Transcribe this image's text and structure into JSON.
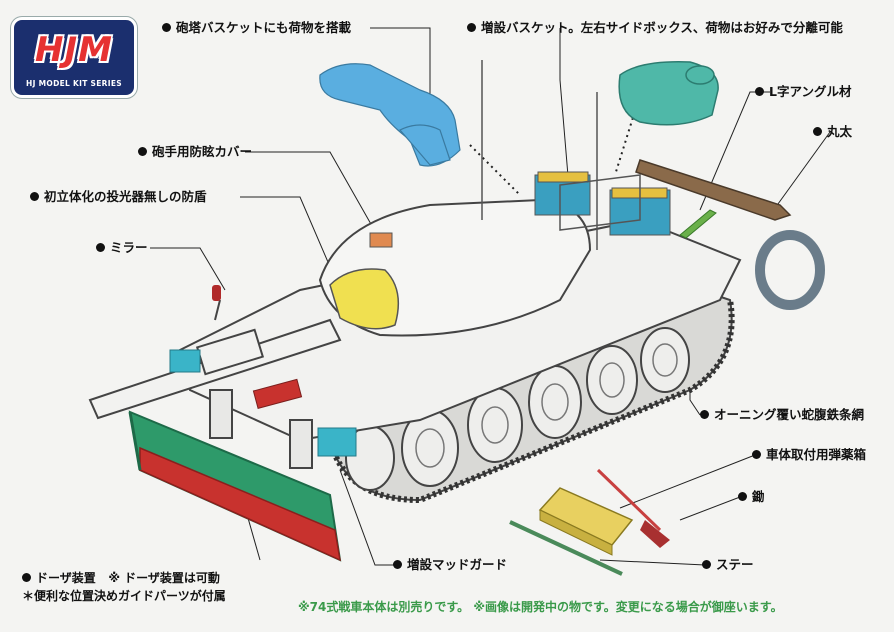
{
  "logo": {
    "mark": "HJM",
    "subtitle": "HJ MODEL KIT SERIES"
  },
  "callouts": [
    {
      "id": "turret-basket",
      "text": "砲塔バスケットにも荷物を搭載"
    },
    {
      "id": "extra-basket",
      "text": "増設バスケット。左右サイドボックス、荷物はお好みで分離可能"
    },
    {
      "id": "l-angle",
      "text": "L字アングル材"
    },
    {
      "id": "log",
      "text": "丸太"
    },
    {
      "id": "gunner-cover",
      "text": "砲手用防眩カバー"
    },
    {
      "id": "mantlet",
      "text": "初立体化の投光器無しの防盾"
    },
    {
      "id": "mirror",
      "text": "ミラー"
    },
    {
      "id": "wire",
      "text": "オーニング覆い蛇腹鉄条網"
    },
    {
      "id": "ammo-box",
      "text": "車体取付用弾薬箱"
    },
    {
      "id": "rake",
      "text": "鋤"
    },
    {
      "id": "stay",
      "text": "ステー"
    },
    {
      "id": "mudguard",
      "text": "増設マッドガード"
    }
  ],
  "dozer": {
    "line1_a": "ドーザ装置",
    "line1_b": "※ ドーザ装置は可動",
    "line2": "＊便利な位置決めガイドパーツが付属"
  },
  "footer": "※74式戦車本体は別売りです。 ※画像は開発中の物です。変更になる場合が御座います。",
  "colors": {
    "background": "#f4f4f2",
    "logo_bg": "#1b2f6e",
    "logo_mark": "#e63232",
    "footer_text": "#3a9a4a",
    "dozer_blade": "#2e9a6a",
    "dozer_edge": "#c8322e",
    "parts_blue": "#5aaee0",
    "parts_teal": "#3fb3a8",
    "basket_yellow": "#e5c040",
    "log_brown": "#8a6a4a",
    "wire_gray": "#6a7c8a"
  }
}
